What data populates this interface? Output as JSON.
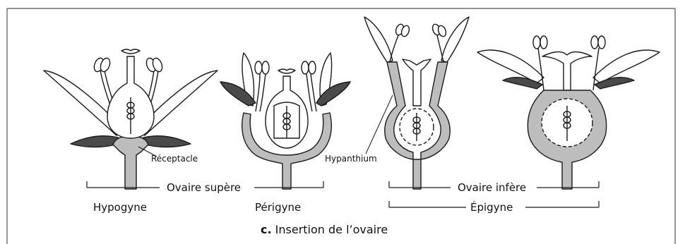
{
  "labels": {
    "receptacle": "Réceptacle",
    "hypanthium": "Hypanthium",
    "ovaire_supere": "Ovaire supère",
    "ovaire_infere": "Ovaire infère",
    "hypogyne": "Hypogyne",
    "perigyne": "Périgyne",
    "epigyne": "Épigyne"
  },
  "caption": {
    "letter": "c.",
    "text": " Insertion de l’ovaire"
  },
  "colors": {
    "receptacle_fill": "#bdbdbd",
    "sepal_fill": "#4a4a4a",
    "outline": "#1a1a1a",
    "frame": "#555555"
  }
}
